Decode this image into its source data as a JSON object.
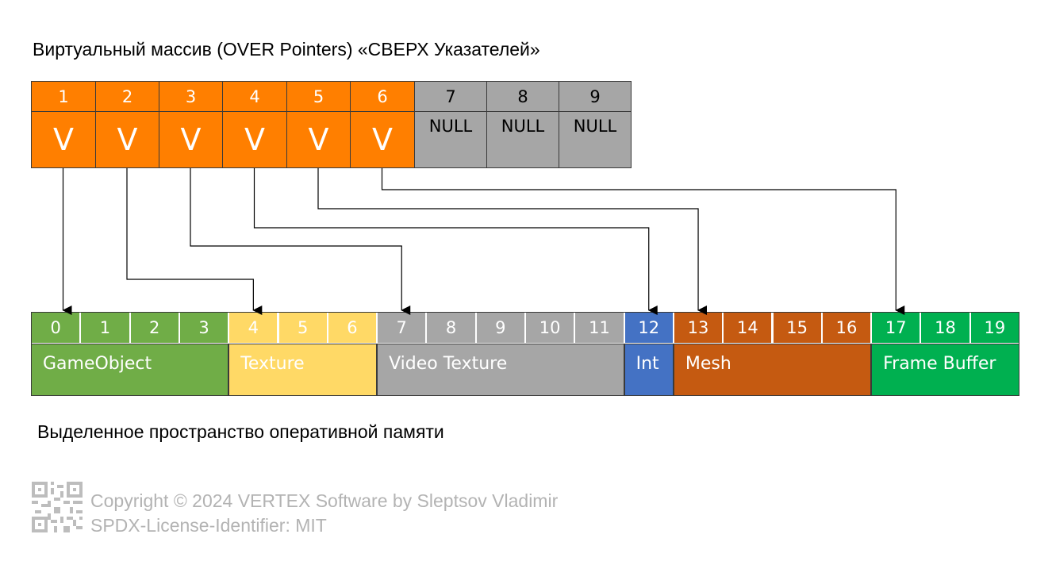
{
  "title": "Виртуальный массив (OVER Pointers) «СВЕРХ Указателей»",
  "caption": "Выделенное пространство оперативной памяти",
  "pointer_array": {
    "cells": [
      {
        "index": "1",
        "value": "V",
        "state": "virtual"
      },
      {
        "index": "2",
        "value": "V",
        "state": "virtual"
      },
      {
        "index": "3",
        "value": "V",
        "state": "virtual"
      },
      {
        "index": "4",
        "value": "V",
        "state": "virtual"
      },
      {
        "index": "5",
        "value": "V",
        "state": "virtual"
      },
      {
        "index": "6",
        "value": "V",
        "state": "virtual"
      },
      {
        "index": "7",
        "value": "NULL",
        "state": "null"
      },
      {
        "index": "8",
        "value": "NULL",
        "state": "null"
      },
      {
        "index": "9",
        "value": "NULL",
        "state": "null"
      }
    ]
  },
  "memory": {
    "indices": [
      "0",
      "1",
      "2",
      "3",
      "4",
      "5",
      "6",
      "7",
      "8",
      "9",
      "10",
      "11",
      "12",
      "13",
      "14",
      "15",
      "16",
      "17",
      "18",
      "19"
    ],
    "blocks": [
      {
        "label": "GameObject",
        "start": 0,
        "end": 3,
        "color": "#70ad47"
      },
      {
        "label": "Texture",
        "start": 4,
        "end": 6,
        "color": "#ffd966"
      },
      {
        "label": "Video Texture",
        "start": 7,
        "end": 11,
        "color": "#a6a6a6"
      },
      {
        "label": "Int",
        "start": 12,
        "end": 12,
        "color": "#4472c4"
      },
      {
        "label": "Mesh",
        "start": 13,
        "end": 16,
        "color": "#c55a11"
      },
      {
        "label": "Frame Buffer",
        "start": 17,
        "end": 19,
        "color": "#00b050"
      }
    ]
  },
  "pointers": [
    {
      "from": "1",
      "to": "0"
    },
    {
      "from": "2",
      "to": "4"
    },
    {
      "from": "3",
      "to": "7"
    },
    {
      "from": "4",
      "to": "12"
    },
    {
      "from": "5",
      "to": "13"
    },
    {
      "from": "6",
      "to": "17"
    }
  ],
  "colors": {
    "pointer_virtual": "#ff7f00",
    "pointer_null": "#a6a6a6",
    "footer_text": "#b3b3b3"
  },
  "footer": {
    "copyright": "Copyright © 2024 VERTEX Software by Sleptsov Vladimir",
    "license": "SPDX-License-Identifier: MIT"
  }
}
